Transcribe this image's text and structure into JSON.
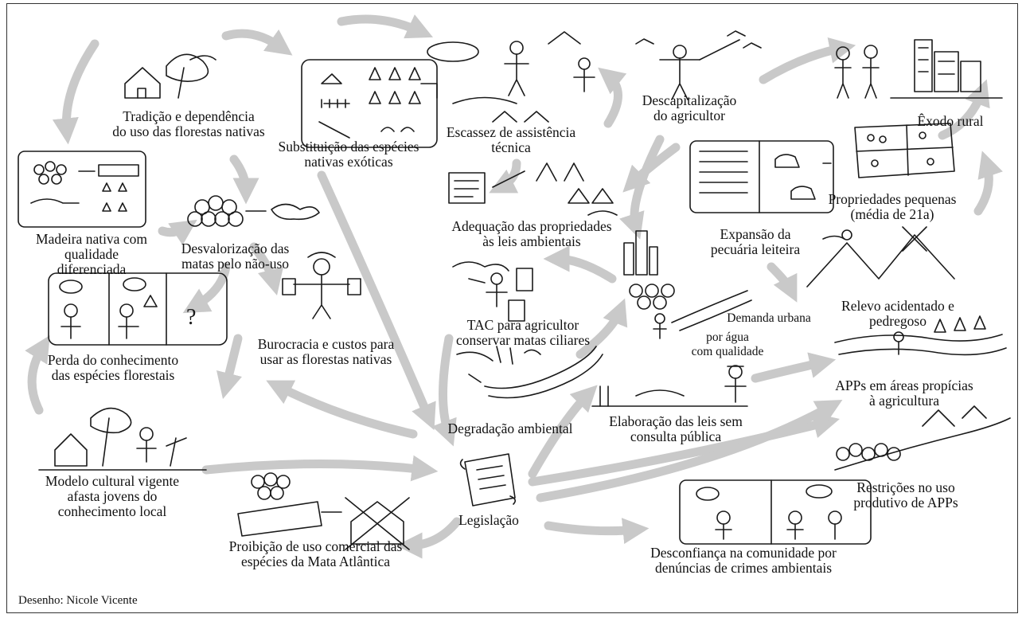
{
  "nodes": {
    "tradicao": "Tradição e dependência\ndo uso das florestas nativas",
    "substituicao": "Substituição das espécies\nnativas exóticas",
    "escassez": "Escassez de assistência\ntécnica",
    "descapitalizacao": "Descapitalização\ndo agricultor",
    "exodo": "Êxodo rural",
    "madeira": "Madeira nativa com\nqualidade\ndiferenciada",
    "desvalorizacao": "Desvalorização das\nmatas pelo não-uso",
    "adequacao": "Adequação das propriedades\nàs leis ambientais",
    "expansao": "Expansão da\npecuária leiteira",
    "propriedades": "Propriedades pequenas\n(média de 21a)",
    "perda": "Perda do conhecimento\ndas espécies florestais",
    "burocracia": "Burocracia e custos para\nusar as florestas nativas",
    "tac": "TAC para agricultor\nconservar matas ciliares",
    "demanda": "Demanda urbana",
    "por_agua": "por água\ncom qualidade",
    "relevo": "Relevo acidentado e\npedregoso",
    "app_areas": "APPs em áreas propícias\nà agricultura",
    "degradacao": "Degradação ambiental",
    "elaboracao": "Elaboração das leis sem\nconsulta pública",
    "modelo": "Modelo cultural vigente\nafasta jovens do\nconhecimento local",
    "legislacao": "Legislação",
    "restricoes": "Restrições no uso\nprodutivo de APPs",
    "proibicao": "Proibição de uso comercial das\nespécies da Mata Atlântica",
    "desconfianca": "Desconfiança na comunidade por\ndenúncias de crimes ambientais"
  },
  "sketch_text": {
    "question_mark": "?"
  },
  "credit": "Desenho: Nicole Vicente",
  "colors": {
    "arrow": "#c9c9c9",
    "ink": "#1a1a1a",
    "border": "#333333"
  }
}
